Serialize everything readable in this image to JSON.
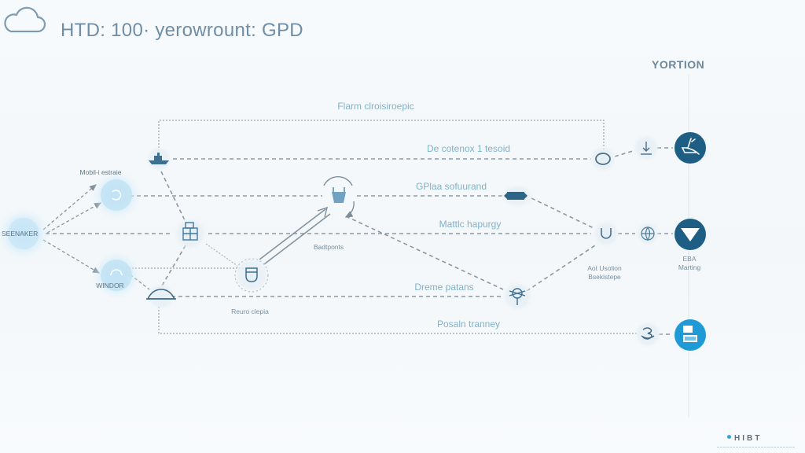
{
  "header": {
    "logo_icon": "cloud-icon",
    "title": "HTD: 100· yerowrount: GPD"
  },
  "section_label": "YORTION",
  "labels": {
    "top_frame": "Flarm clroisiroepic",
    "lane_1": "De cotenox 1 tesoid",
    "lane_2": "GPlaa sofuurand",
    "lane_3": "Mattlc hapurgy",
    "lane_4": "Dreme patans",
    "lane_5": "Posaln tranney",
    "left_mobile": "Mobil-i estraie",
    "left_source": "SEENAKER",
    "left_window": "WINDOR",
    "mid_branch": "Badtponts",
    "mid_return": "Reuro clepia",
    "right_auth": "Aot Usolion Bsekistepe",
    "right_auth_line1": "Aot Usolion",
    "right_auth_line2": "Bsekistepe",
    "right_eba_line1": "EBA",
    "right_eba_line2": "Marting"
  },
  "nodes": [
    {
      "id": "source",
      "icon": "source-hub-icon",
      "label_key": "left_source"
    },
    {
      "id": "mobile",
      "icon": "refresh-icon",
      "label_key": "left_mobile"
    },
    {
      "id": "window",
      "icon": "arc-icon",
      "label_key": "left_window"
    },
    {
      "id": "ship",
      "icon": "ship-icon"
    },
    {
      "id": "building",
      "icon": "building-icon"
    },
    {
      "id": "cloud",
      "icon": "cloud-mound-icon"
    },
    {
      "id": "cup",
      "icon": "cup-icon",
      "label_key": "mid_return"
    },
    {
      "id": "basket",
      "icon": "basket-icon",
      "label_key": "mid_branch"
    },
    {
      "id": "truck",
      "icon": "truck-icon"
    },
    {
      "id": "gear",
      "icon": "gear-icon"
    },
    {
      "id": "ring",
      "icon": "ring-icon"
    },
    {
      "id": "download",
      "icon": "download-icon"
    },
    {
      "id": "horseshoe",
      "icon": "horseshoe-icon",
      "label_key": "right_auth"
    },
    {
      "id": "globe",
      "icon": "globe-icon"
    },
    {
      "id": "spiral",
      "icon": "spiral-icon"
    },
    {
      "id": "out-seat",
      "icon": "seat-icon"
    },
    {
      "id": "out-filter",
      "icon": "filter-icon",
      "label_key": "right_eba"
    },
    {
      "id": "out-card",
      "icon": "card-icon"
    }
  ],
  "colors": {
    "dark_node": "#1f5e84",
    "bright_node": "#1e9ad6",
    "glow": "#bfe3f5",
    "line": "#8c9aa6",
    "lane_text": "#7fb3c9",
    "title_text": "#6f8ea6"
  },
  "brand": {
    "name": "HIBT",
    "dot_color": "#29a9e0"
  }
}
